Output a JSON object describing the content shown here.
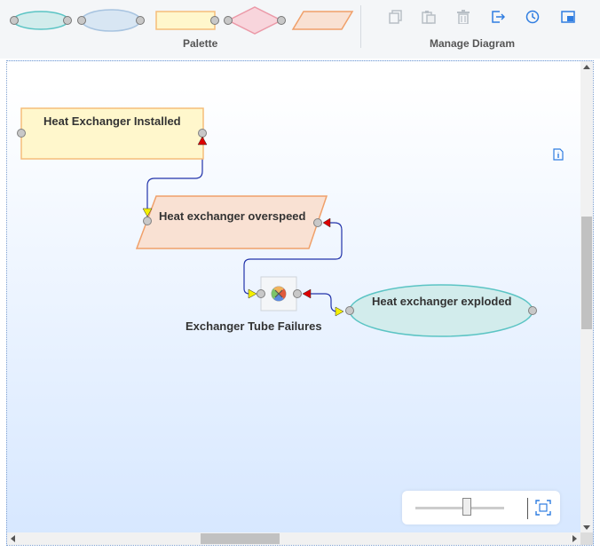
{
  "toolbar": {
    "palette_label": "Palette",
    "manage_label": "Manage Diagram",
    "palette_items": [
      "ellipse-green-icon",
      "ellipse-blue-icon",
      "rectangle-yellow-icon",
      "diamond-pink-icon",
      "parallelogram-orange-icon"
    ],
    "tools": [
      "copy-icon",
      "paste-icon",
      "delete-icon",
      "export-icon",
      "history-icon",
      "layout-icon"
    ]
  },
  "diagram": {
    "nodes": {
      "installed": {
        "label": "Heat Exchanger Installed",
        "shape": "rectangle",
        "fill": "#fff7cc",
        "stroke": "#f5bd7a"
      },
      "overspeed": {
        "label": "Heat exchanger overspeed",
        "shape": "parallelogram",
        "fill": "#f9e1d3",
        "stroke": "#f0a06a"
      },
      "gate": {
        "label": "Exchanger Tube Failures",
        "shape": "gate"
      },
      "exploded": {
        "label": "Heat exchanger exploded",
        "shape": "ellipse",
        "fill": "#d2ecec",
        "stroke": "#5bc4c4"
      }
    },
    "link_color": "#2233aa"
  }
}
